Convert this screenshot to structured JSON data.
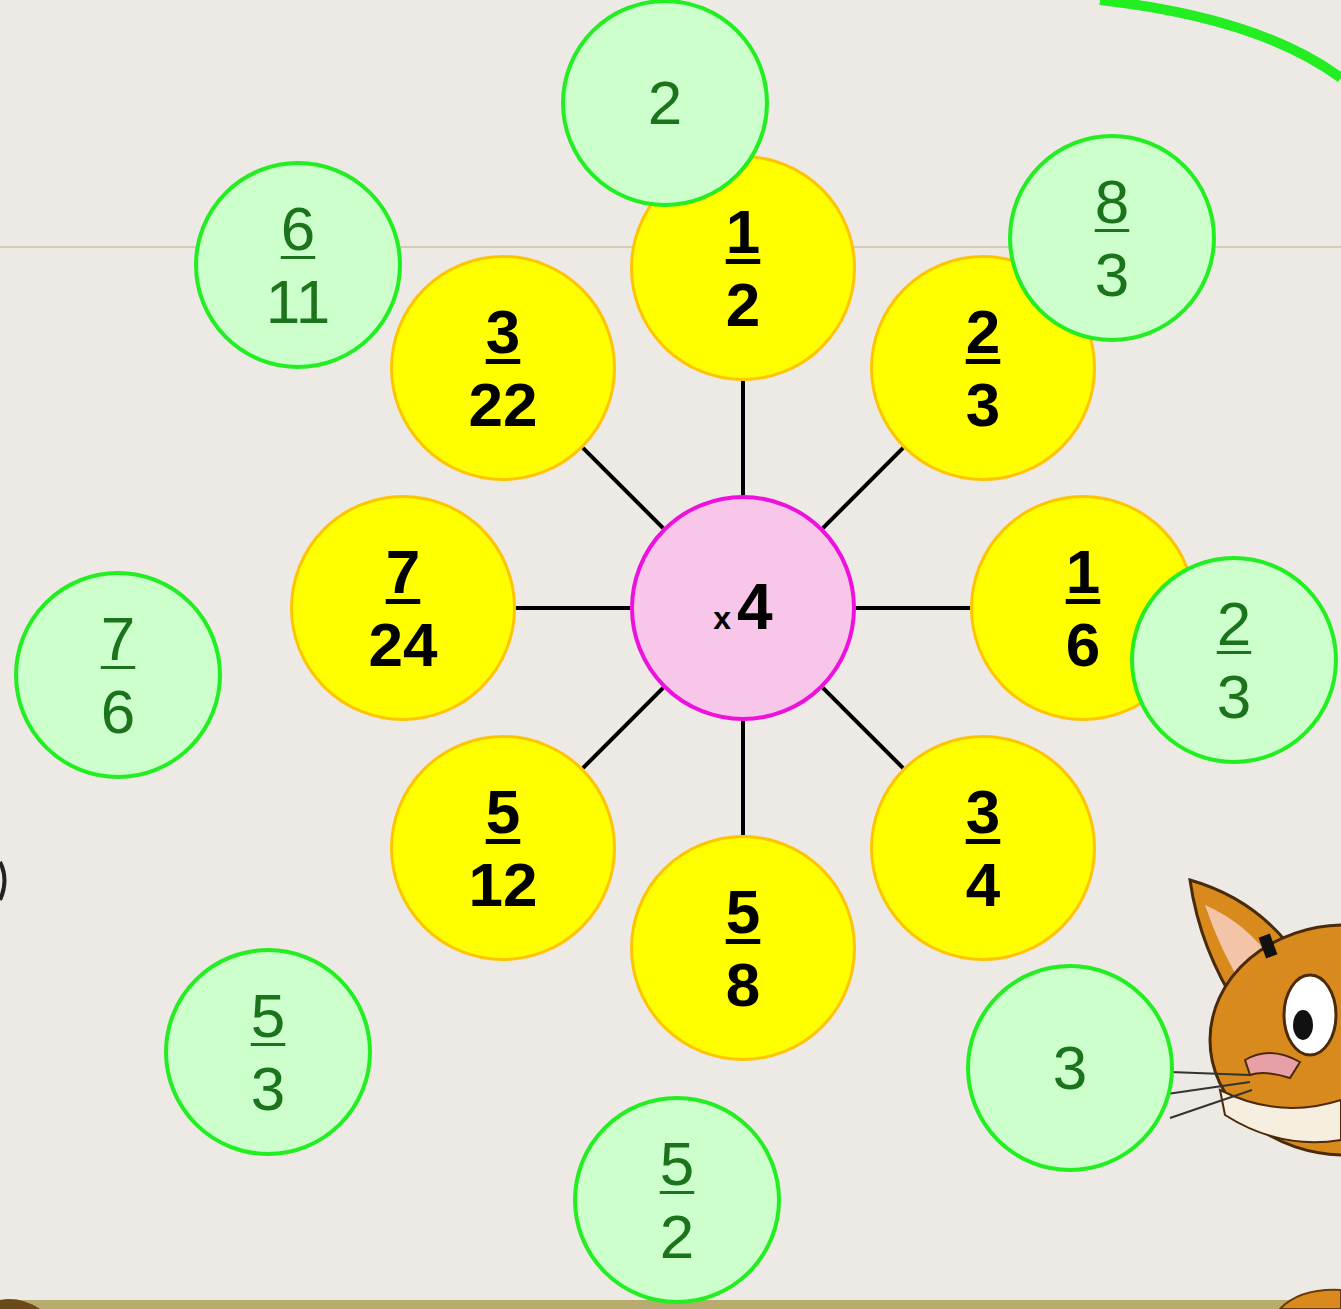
{
  "diagram": {
    "nodes": [
      {
        "text": [
          "x",
          "4"
        ]
      },
      {
        "text": [
          "1",
          "2"
        ]
      },
      {
        "text": [
          "2",
          "3"
        ]
      },
      {
        "text": [
          "1",
          "6"
        ]
      },
      {
        "text": [
          "3",
          "4"
        ]
      },
      {
        "text": [
          "5",
          "8"
        ]
      },
      {
        "text": [
          "5",
          "12"
        ]
      },
      {
        "text": [
          "7",
          "24"
        ]
      },
      {
        "text": [
          "3",
          "22"
        ]
      },
      {
        "text": [
          "2"
        ]
      },
      {
        "text": [
          "6",
          "11"
        ]
      },
      {
        "text": [
          "8",
          "3"
        ]
      },
      {
        "text": [
          "2",
          "3"
        ]
      },
      {
        "text": [
          "3"
        ]
      },
      {
        "text": [
          "5",
          "2"
        ]
      },
      {
        "text": [
          "5",
          "3"
        ]
      },
      {
        "text": [
          "7",
          "6"
        ]
      }
    ],
    "edges": [
      {
        "from": 0,
        "to": 1,
        "arrow": "none"
      },
      {
        "from": 0,
        "to": 2,
        "arrow": "none"
      },
      {
        "from": 0,
        "to": 3,
        "arrow": "none"
      },
      {
        "from": 0,
        "to": 4,
        "arrow": "none"
      },
      {
        "from": 0,
        "to": 5,
        "arrow": "none"
      },
      {
        "from": 0,
        "to": 6,
        "arrow": "none"
      },
      {
        "from": 0,
        "to": 7,
        "arrow": "none"
      },
      {
        "from": 0,
        "to": 8,
        "arrow": "none"
      }
    ]
  }
}
